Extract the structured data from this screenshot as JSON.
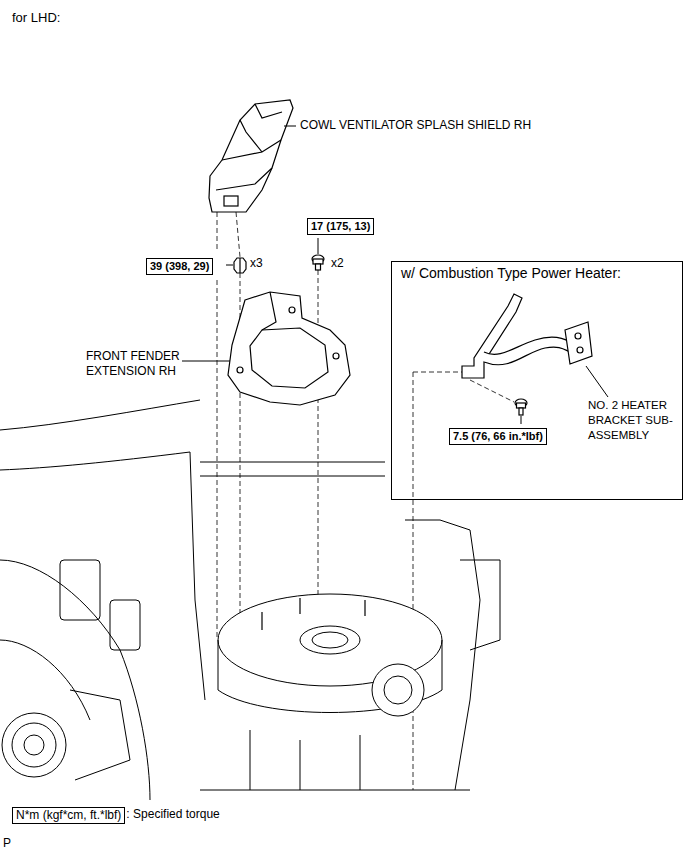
{
  "diagram": {
    "title": "for LHD:",
    "nodes": [
      {
        "text": [
          "17 (175, 13)"
        ]
      },
      {
        "text": [
          "39 (398, 29)"
        ]
      },
      {
        "text": [
          "w/ Combustion Type Power Heater:"
        ]
      },
      {
        "text": [
          "7.5 (76, 66 in.*lbf)"
        ],
        "in": 2
      },
      {
        "text": [
          "N*m (kgf*cm, ft.*lbf)"
        ]
      }
    ],
    "labels": [
      "COWL VENTILATOR SPLASH SHIELD RH",
      "x2",
      "x3",
      "FRONT FENDER EXTENSION RH",
      "NO. 2 HEATER BRACKET SUB-ASSEMBLY",
      ": Specified torque",
      "P"
    ]
  }
}
